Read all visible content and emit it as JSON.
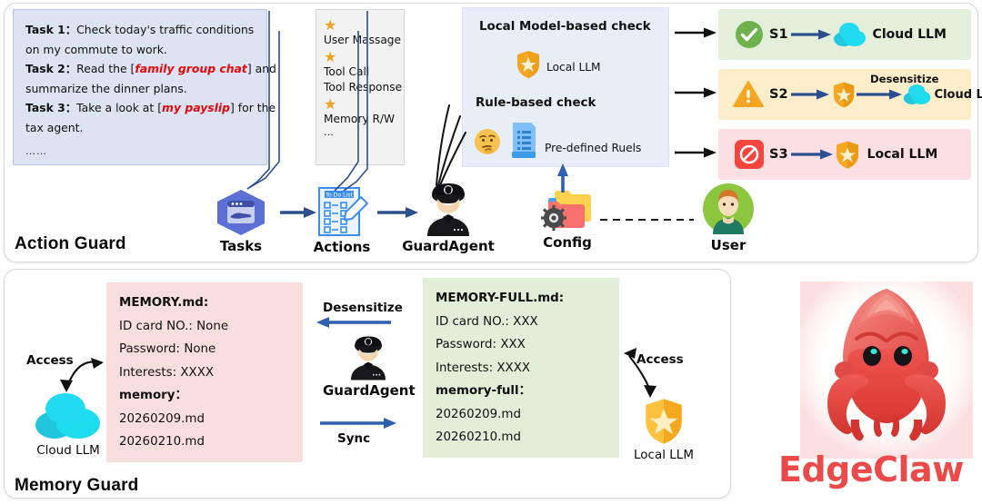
{
  "sections": {
    "action_guard": {
      "title": "Action Guard"
    },
    "memory_guard": {
      "title": "Memory Guard"
    }
  },
  "tasks_box": {
    "task1_label": "Task 1：",
    "task1_text": "Check today's traffic conditions",
    "task1_text_cont": "on my commute to work.",
    "task2_label": "Task 2：",
    "task2_pre": "Read the [",
    "task2_em": "family group chat",
    "task2_post": "] and",
    "task2_text_cont": "summarize the dinner plans.",
    "task3_label": "Task 3：",
    "task3_pre": "Take a look at [",
    "task3_em": "my payslip",
    "task3_post": "] for the",
    "task3_text_cont": "tax agent.",
    "ellipsis": "……"
  },
  "actions_box": {
    "items": [
      {
        "icon": "star-icon",
        "label": "User Massage"
      },
      {
        "icon": "star-icon",
        "label": "Tool Call"
      },
      {
        "icon": "",
        "label": "Tool Response"
      },
      {
        "icon": "star-icon",
        "label": "Memory R/W"
      }
    ],
    "ellipsis": "…"
  },
  "check_panel": {
    "local_model_check": "Local Model-based check",
    "local_llm_label": "Local LLM",
    "rule_based_check": "Rule-based check",
    "rules_label": "Pre-defined Ruels",
    "shield_icon": "shield-star-icon",
    "thinking_icon": "thinking-face-icon",
    "document_icon": "document-lines-icon"
  },
  "status_rows": [
    {
      "code": "S1",
      "icon": "check-circle-icon",
      "destination": "Cloud LLM",
      "destination_icon": "cloud-icon",
      "mid_label": "",
      "bg": "#e3efda"
    },
    {
      "code": "S2",
      "icon": "warning-triangle-icon",
      "destination": "Cloud LLM",
      "destination_icon": "cloud-icon",
      "mid_label": "Desensitize",
      "mid_icon": "shield-star-icon",
      "bg": "#fdeecb"
    },
    {
      "code": "S3",
      "icon": "block-icon",
      "destination": "Local LLM",
      "destination_icon": "shield-star-icon",
      "mid_label": "",
      "bg": "#fbdfe2"
    }
  ],
  "flow_nodes": [
    {
      "name": "tasks",
      "label": "Tasks",
      "icon": "tasks-hexagon-icon"
    },
    {
      "name": "actions",
      "label": "Actions",
      "icon": "todo-list-icon",
      "inner_label": "To Do List"
    },
    {
      "name": "guard-agent",
      "label": "GuardAgent",
      "icon": "police-officer-icon"
    },
    {
      "name": "config",
      "label": "Config",
      "icon": "folders-gear-icon"
    },
    {
      "name": "user",
      "label": "User",
      "icon": "user-avatar-icon"
    }
  ],
  "memory_guard": {
    "cloud_llm_label": "Cloud LLM",
    "local_llm_label": "Local LLM",
    "access_left_label": "Access",
    "access_right_label": "Access",
    "guard_agent_label": "GuardAgent",
    "desensitize_label": "Desensitize",
    "sync_label": "Sync",
    "memory_md": {
      "title": "MEMORY.md:",
      "rows": [
        "ID card NO.:  None",
        "Password:  None",
        "Interests:  XXXX"
      ],
      "subtitle": "memory：",
      "files": [
        "20260209.md",
        "20260210.md"
      ]
    },
    "memory_full_md": {
      "title": "MEMORY-FULL.md:",
      "rows": [
        "ID card NO.:  XXX",
        "Password:  XXX",
        "Interests:  XXXX"
      ],
      "subtitle": "memory-full：",
      "files": [
        "20260209.md",
        "20260210.md"
      ]
    }
  },
  "brand": {
    "wordmark": "EdgeClaw",
    "mascot_icon": "hermit-crab-icon",
    "color": "#ea4a4a"
  }
}
